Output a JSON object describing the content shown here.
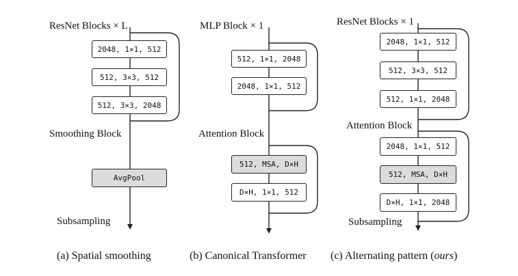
{
  "panels": [
    {
      "id": "a",
      "labels": {
        "top": "ResNet Blocks × L",
        "middle": "Smoothing Block",
        "bottom": "Subsampling"
      },
      "boxes": [
        "2048, 1×1, 512",
        "512, 3×3, 512",
        "512, 3×3, 2048",
        "AvgPool"
      ],
      "caption": "(a) Spatial smoothing"
    },
    {
      "id": "b",
      "labels": {
        "top": "MLP Block × 1",
        "middle": "Attention Block"
      },
      "boxes": [
        "512, 1×1, 2048",
        "2048, 1×1, 512",
        "512, MSA, D×H",
        "D×H, 1×1, 512"
      ],
      "caption": "(b) Canonical Transformer"
    },
    {
      "id": "c",
      "labels": {
        "top": "ResNet Blocks × 1",
        "middle": "Attention Block",
        "bottom": "Subsampling"
      },
      "boxes": [
        "2048, 1×1, 512",
        "512, 3×3, 512",
        "512, 1×1, 2048",
        "2048, 1×1, 512",
        "512, MSA, D×H",
        "D×H, 1×1, 2048"
      ],
      "caption_prefix": "(c) Alternating pattern (",
      "caption_em": "ours",
      "caption_suffix": ")"
    }
  ],
  "colors": {
    "box_fill": "#ffffff",
    "box_highlight": "#dcdcdc",
    "stroke": "#222222"
  }
}
